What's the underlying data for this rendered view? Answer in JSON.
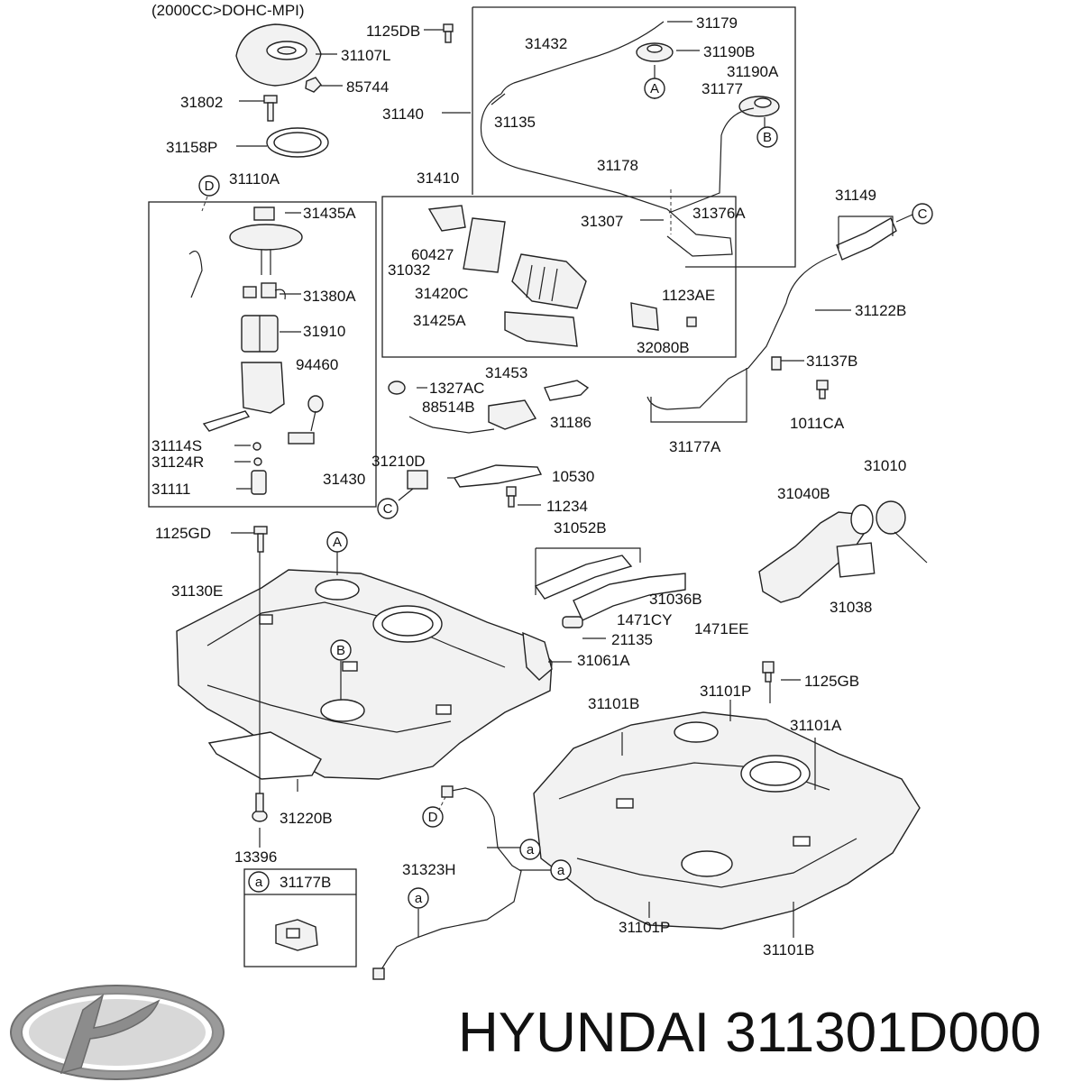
{
  "header": {
    "engine_note": "(2000CC>DOHC-MPI)"
  },
  "part_labels": [
    "1125DB",
    "31179",
    "31432",
    "31107L",
    "31190B",
    "85744",
    "31190A",
    "31802",
    "31177",
    "31140",
    "31135",
    "31158P",
    "31178",
    "31410",
    "31110A",
    "31149",
    "31435A",
    "31307",
    "31376A",
    "60427",
    "31032",
    "31420C",
    "1123AE",
    "31380A",
    "31122B",
    "31425A",
    "31910",
    "32080B",
    "94460",
    "31453",
    "31137B",
    "1327AC",
    "88514B",
    "31186",
    "1011CA",
    "31177A",
    "31114S",
    "31124R",
    "31210D",
    "31010",
    "31430",
    "10530",
    "31111",
    "31040B",
    "11234",
    "1125GD",
    "31052B",
    "31130E",
    "31036B",
    "1471CY",
    "31038",
    "1471EE",
    "21135",
    "31061A",
    "1125GB",
    "31101B",
    "31101P",
    "31101A",
    "31220B",
    "13396",
    "31177B",
    "31323H",
    "31101P",
    "31101B"
  ],
  "callouts": [
    "A",
    "B",
    "A",
    "B",
    "C",
    "C",
    "D",
    "D",
    "a",
    "a",
    "a",
    "a"
  ],
  "brand": {
    "caption": "HYUNDAI 311301D000"
  }
}
